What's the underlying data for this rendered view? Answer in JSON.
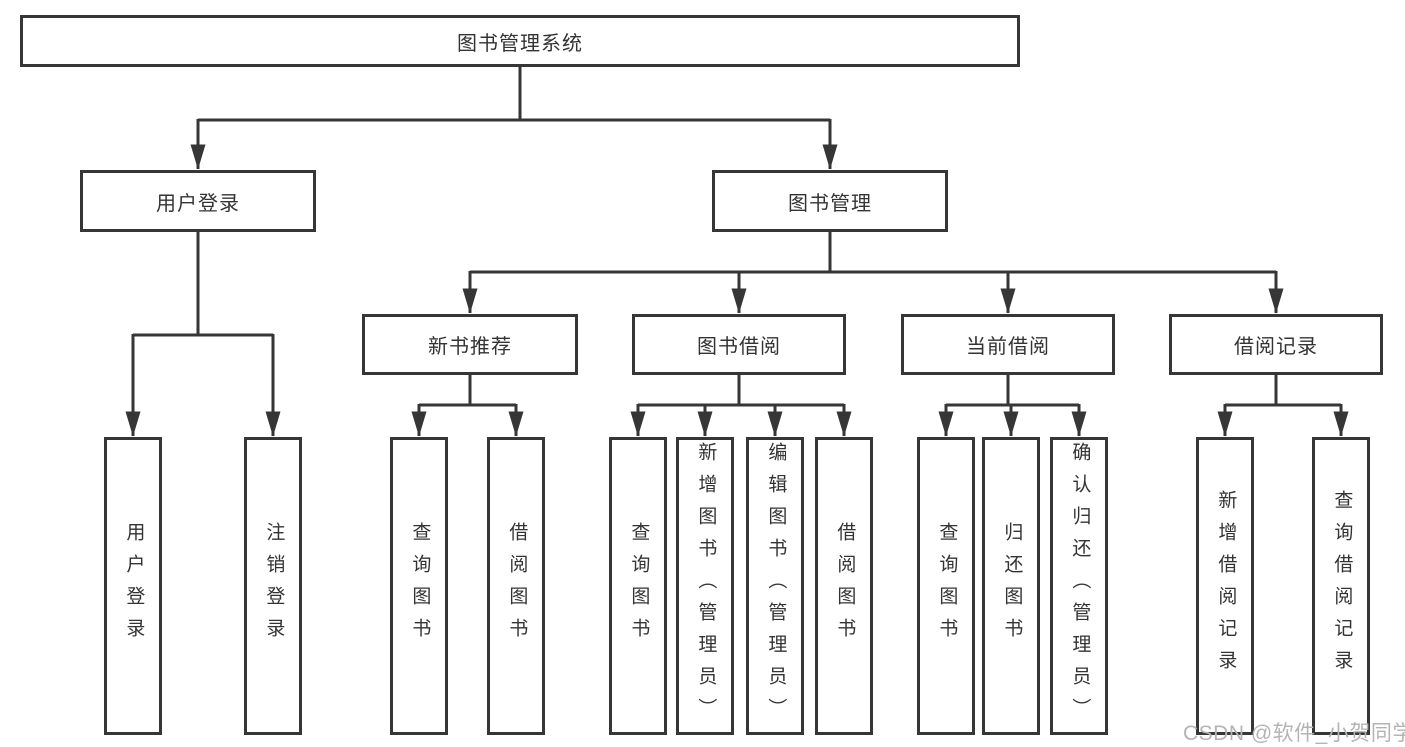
{
  "title": "图书管理系统",
  "watermark": "CSDN @软件_小贺同学",
  "colors": {
    "line": "#363636",
    "box_border": "#363636",
    "text": "#333333",
    "watermark": "#b4b4b4",
    "background": "#ffffff"
  },
  "tree": {
    "label": "图书管理系统",
    "children": [
      {
        "label": "用户登录",
        "children": [
          {
            "label": "用户登录"
          },
          {
            "label": "注销登录"
          }
        ]
      },
      {
        "label": "图书管理",
        "children": [
          {
            "label": "新书推荐",
            "children": [
              {
                "label": "查询图书"
              },
              {
                "label": "借阅图书"
              }
            ]
          },
          {
            "label": "图书借阅",
            "children": [
              {
                "label": "查询图书"
              },
              {
                "label": "新增图书（管理员）"
              },
              {
                "label": "编辑图书（管理员）"
              },
              {
                "label": "借阅图书"
              }
            ]
          },
          {
            "label": "当前借阅",
            "children": [
              {
                "label": "查询图书"
              },
              {
                "label": "归还图书"
              },
              {
                "label": "确认归还（管理员）"
              }
            ]
          },
          {
            "label": "借阅记录",
            "children": [
              {
                "label": "新增借阅记录"
              },
              {
                "label": "查询借阅记录"
              }
            ]
          }
        ]
      }
    ]
  }
}
